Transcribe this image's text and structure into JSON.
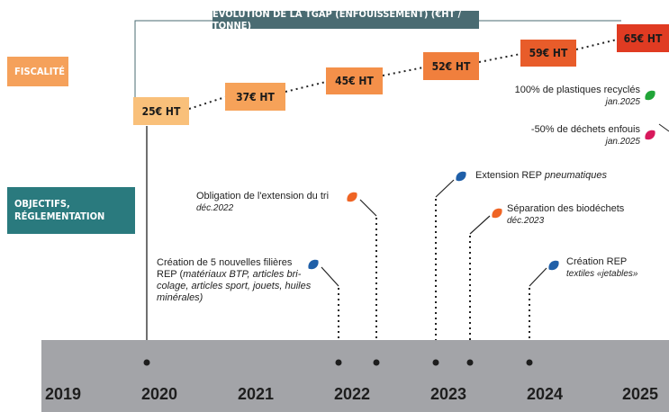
{
  "title": "ÉVOLUTION DE LA TGAP (ENFOUISSEMENT) (€HT / TONNE)",
  "side_labels": {
    "fiscalite": "FISCALITÉ",
    "objectifs_line1": "OBJECTIFS,",
    "objectifs_line2": "RÉGLEMENTATION"
  },
  "prices": [
    "25€ HT",
    "37€ HT",
    "45€ HT",
    "52€ HT",
    "59€ HT",
    "65€ HT"
  ],
  "colors": {
    "p1": "#f9c07a",
    "p2": "#f6a259",
    "p3": "#f4904a",
    "p4": "#f07f3d",
    "p5": "#e85c2a",
    "p6": "#e03b22",
    "teal": "#2a7a7e",
    "blue": "#1f5fa8",
    "orange": "#ef6424",
    "green": "#21a538",
    "pink": "#d8195c"
  },
  "goals": [
    {
      "text": "100% de plastiques recyclés",
      "date": "jan.2025",
      "icon": "green-leaf-icon"
    },
    {
      "text": "-50% de déchets enfouis",
      "date": "jan.2025",
      "icon": "pink-leaf-icon"
    }
  ],
  "events": {
    "ev1": {
      "line1": "Création de 5 nouvelles filières",
      "line2_prefix": "REP (",
      "line2_italic": "matériaux BTP, articles bri-",
      "line3": "colage, articles sport, jouets, huiles",
      "line4": "minérales)"
    },
    "ev2": {
      "text": "Obligation de l'extension du tri",
      "date": "déc.2022"
    },
    "ev3": {
      "text": "Extension REP ",
      "italic": "pneumatiques"
    },
    "ev4": {
      "text": "Séparation des biodéchets",
      "date": "déc.2023"
    },
    "ev5": {
      "text": "Création REP",
      "italic": "textiles «jetables»"
    }
  },
  "years": [
    "2019",
    "2020",
    "2021",
    "2022",
    "2023",
    "2024",
    "2025"
  ]
}
